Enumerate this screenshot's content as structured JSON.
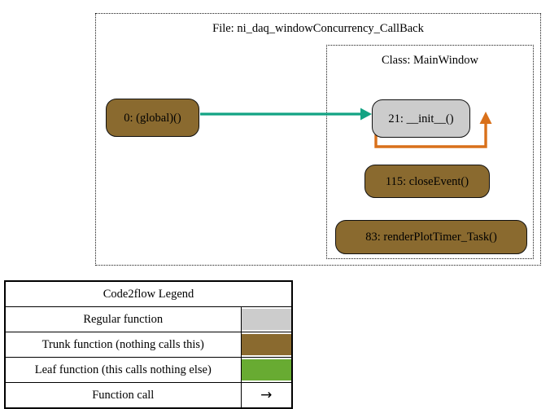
{
  "diagram": {
    "file_cluster": {
      "label": "File: ni_daq_windowConcurrency_CallBack"
    },
    "class_cluster": {
      "label": "Class: MainWindow"
    },
    "nodes": [
      {
        "id": "global",
        "label": "0: (global)()",
        "kind": "trunk",
        "color": "#8a6a2f"
      },
      {
        "id": "init",
        "label": "21: __init__()",
        "kind": "regular",
        "color": "#cccccc"
      },
      {
        "id": "closeEvent",
        "label": "115: closeEvent()",
        "kind": "trunk",
        "color": "#8a6a2f"
      },
      {
        "id": "renderPlotTimer_Task",
        "label": "83: renderPlotTimer_Task()",
        "kind": "trunk",
        "color": "#8a6a2f"
      }
    ],
    "edges": [
      {
        "id": "global-to-init",
        "from": "0: (global)()",
        "to": "21: __init__()",
        "color": "#13a383"
      },
      {
        "id": "init-self-loop",
        "from": "21: __init__()",
        "to": "21: __init__()",
        "color": "#d9701a"
      }
    ]
  },
  "legend": {
    "title": "Code2flow Legend",
    "rows": [
      {
        "label": "Regular function",
        "swatch_color": "#cccccc",
        "swatch_type": "color"
      },
      {
        "label": "Trunk function (nothing calls this)",
        "swatch_color": "#8a6a2f",
        "swatch_type": "color"
      },
      {
        "label": "Leaf function (this calls nothing else)",
        "swatch_color": "#68ab32",
        "swatch_type": "color"
      },
      {
        "label": "Function call",
        "swatch_glyph": "→",
        "swatch_type": "glyph"
      }
    ]
  }
}
